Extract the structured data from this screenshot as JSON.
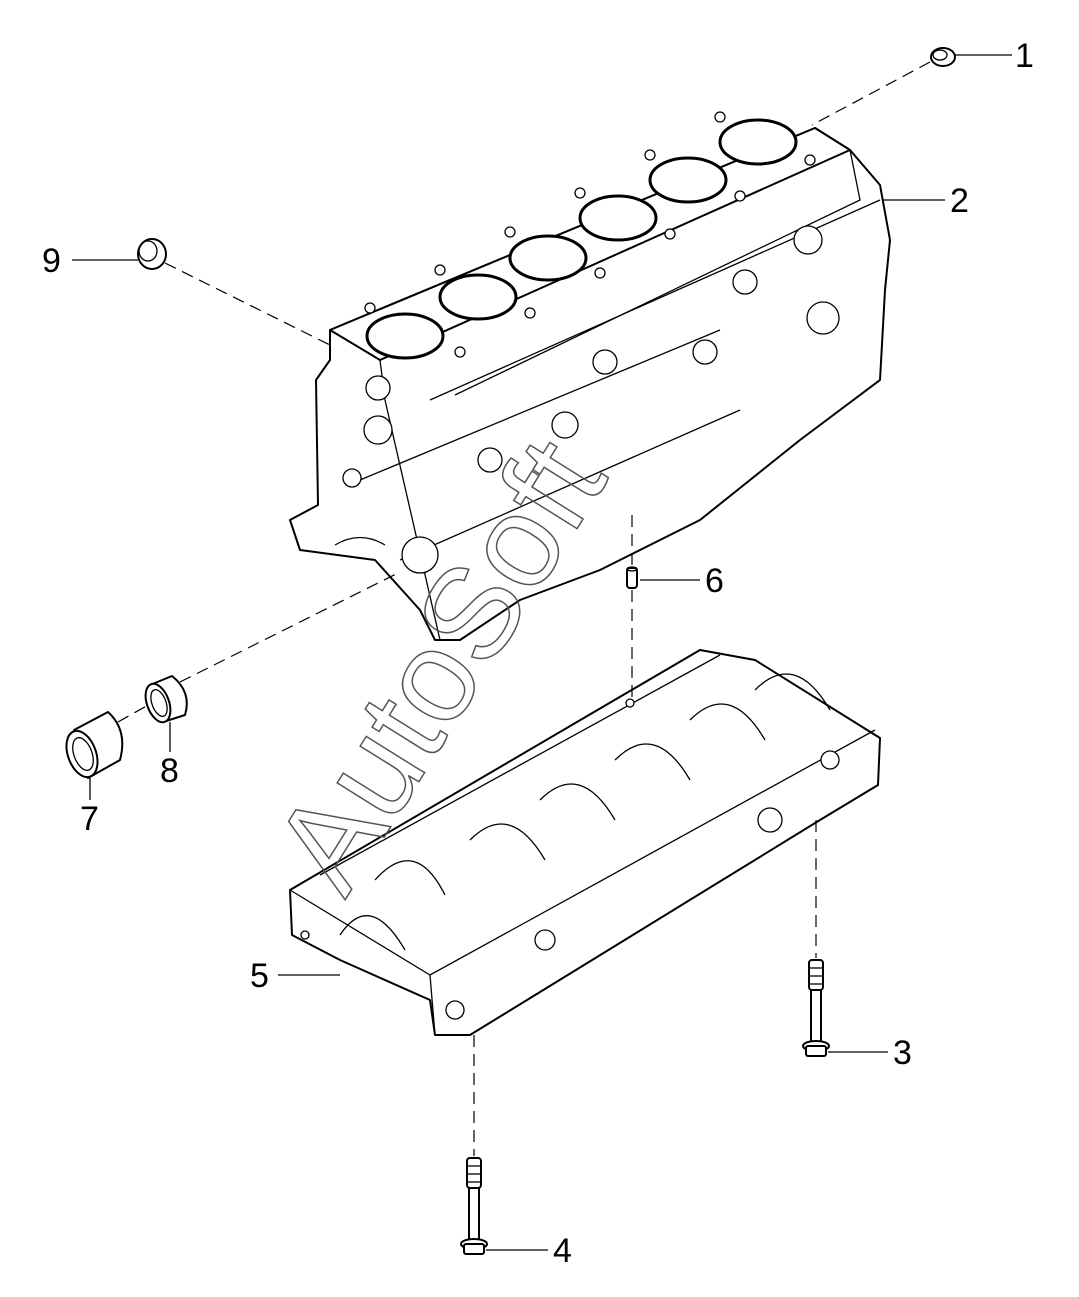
{
  "diagram": {
    "watermark": "AutoSoft",
    "callouts": [
      {
        "id": "1",
        "label": "1"
      },
      {
        "id": "2",
        "label": "2"
      },
      {
        "id": "3",
        "label": "3"
      },
      {
        "id": "4",
        "label": "4"
      },
      {
        "id": "5",
        "label": "5"
      },
      {
        "id": "6",
        "label": "6"
      },
      {
        "id": "7",
        "label": "7"
      },
      {
        "id": "8",
        "label": "8"
      },
      {
        "id": "9",
        "label": "9"
      }
    ],
    "colors": {
      "line": "#000000",
      "background": "#ffffff",
      "watermark": "#555555"
    }
  }
}
